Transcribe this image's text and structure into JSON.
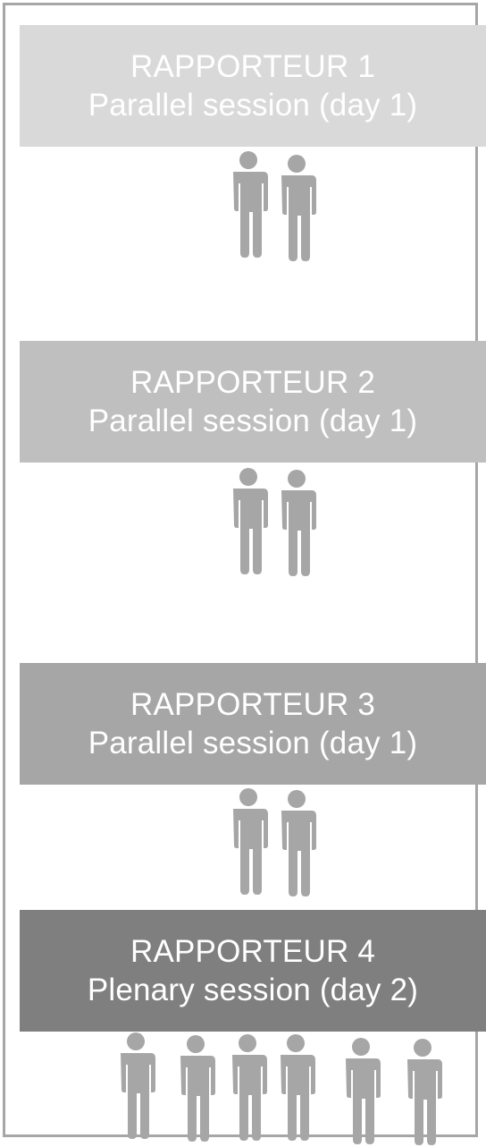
{
  "groups": [
    {
      "title": "RAPPORTEUR 1",
      "subtitle": "Parallel session (day 1)",
      "header_color": "#d9d9d9",
      "participant_icon_count": 2
    },
    {
      "title": "RAPPORTEUR 2",
      "subtitle": "Parallel session (day 1)",
      "header_color": "#bfbfbf",
      "participant_icon_count": 2
    },
    {
      "title": "RAPPORTEUR 3",
      "subtitle": "Parallel session (day 1)",
      "header_color": "#a6a6a6",
      "participant_icon_count": 2
    },
    {
      "title": "RAPPORTEUR 4",
      "subtitle": "Plenary session (day 2)",
      "header_color": "#7f7f7f",
      "participant_icon_count": 6
    }
  ],
  "colors": {
    "person_icon": "#a6a6a6",
    "frame_border": "#a6a6a6",
    "header_text": "#ffffff"
  },
  "icons": {
    "participant": "person-icon"
  }
}
